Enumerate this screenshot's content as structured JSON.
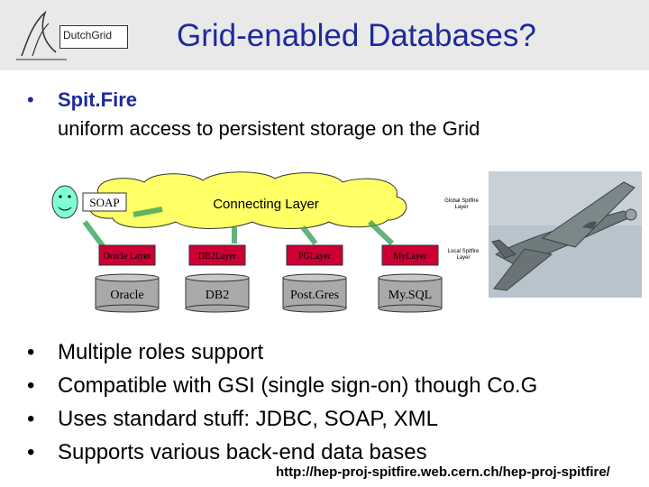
{
  "header": {
    "logo_text": "DutchGrid",
    "title": "Grid-enabled Databases?"
  },
  "intro": {
    "bullet": "•",
    "label": "Spit.Fire",
    "description": "uniform access to persistent storage on the Grid"
  },
  "diagram": {
    "soap_label": "SOAP",
    "connecting_layer": "Connecting Layer",
    "global_layer_note": [
      "Global Spitfire",
      "Layer"
    ],
    "local_layer_note": [
      "Local Spitfire",
      "Layer"
    ],
    "layers": [
      "Oracle Layer",
      "DB2Layer",
      "PGLayer",
      "MyLayer"
    ],
    "databases": [
      "Oracle",
      "DB2",
      "Post.Gres",
      "My.SQL"
    ],
    "colors": {
      "cloud": "#ffff66",
      "layer": "#cc0033",
      "db": "#a9a9a9",
      "soap_face": "#7fffd4"
    }
  },
  "bullets": [
    "Multiple roles support",
    "Compatible with GSI (single sign-on) though Co.G",
    "Uses standard stuff: JDBC, SOAP, XML",
    "Supports various back-end data bases"
  ],
  "footer": {
    "url": "http://hep-proj-spitfire.web.cern.ch/hep-proj-spitfire/"
  }
}
